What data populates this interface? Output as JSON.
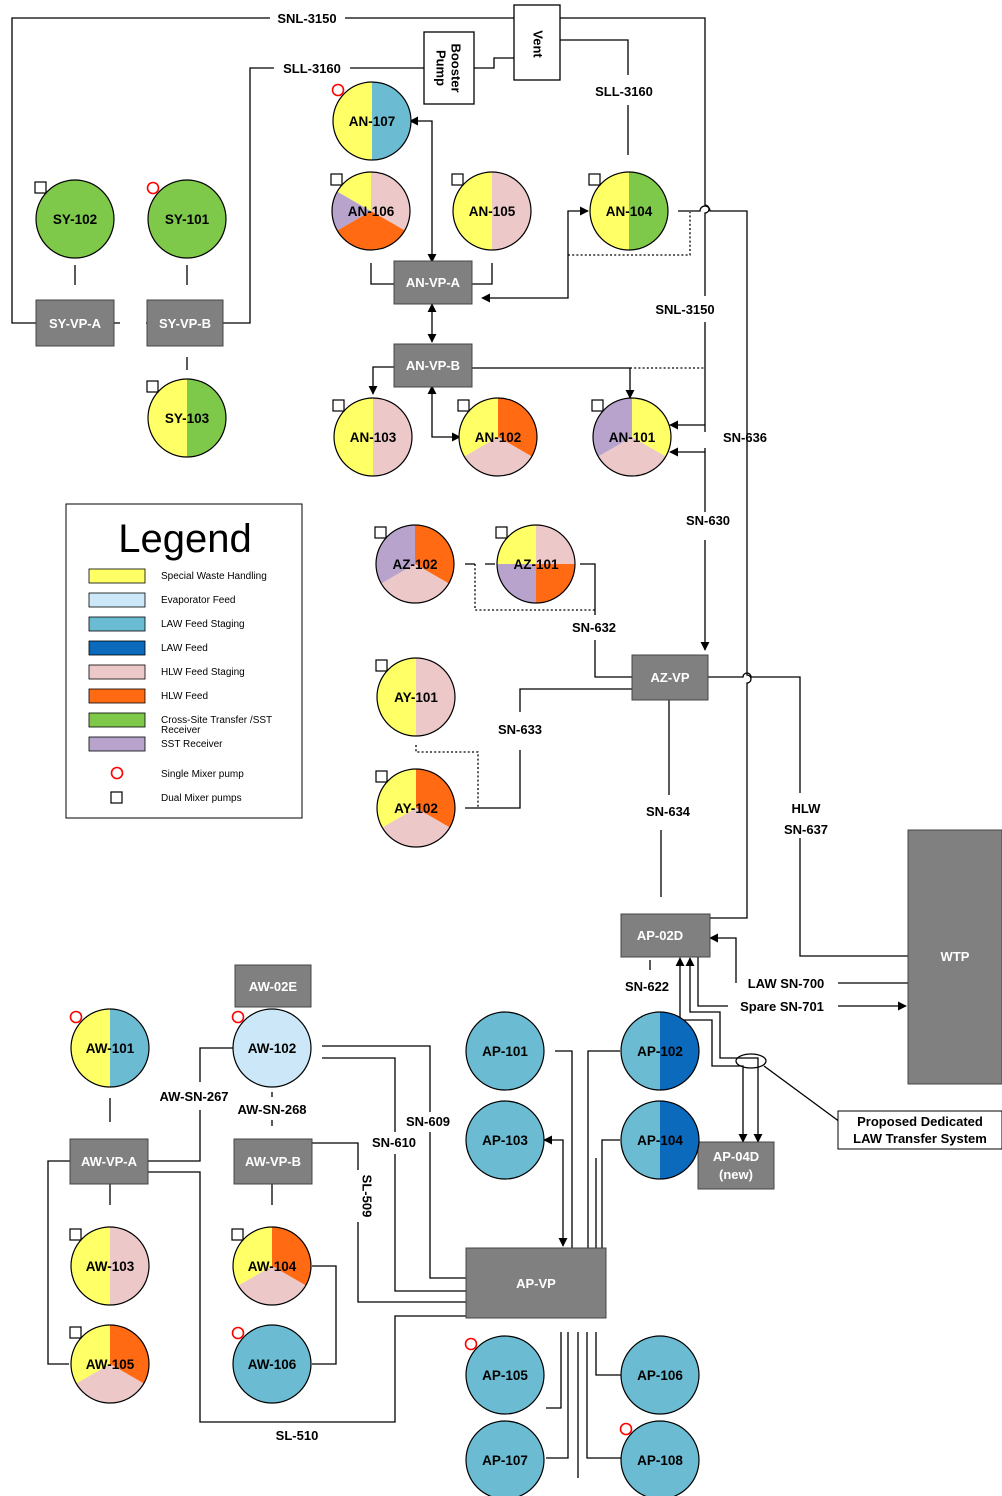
{
  "colors": {
    "special_waste": "#ffff66",
    "evaporator_feed": "#cce8f8",
    "law_feed_staging": "#6bbcd2",
    "law_feed": "#0b6abc",
    "hlw_feed_staging": "#ecc8c8",
    "hlw_feed": "#ff6a13",
    "cross_site": "#7ec94a",
    "sst_receiver": "#b8a3cc",
    "box": "#808080",
    "mixer_single": "#ff0000"
  },
  "legend": {
    "title": "Legend",
    "items": [
      {
        "label": "Special Waste Handling",
        "color_key": "special_waste"
      },
      {
        "label": "Evaporator Feed",
        "color_key": "evaporator_feed"
      },
      {
        "label": "LAW Feed Staging",
        "color_key": "law_feed_staging"
      },
      {
        "label": "LAW Feed",
        "color_key": "law_feed"
      },
      {
        "label": "HLW Feed Staging",
        "color_key": "hlw_feed_staging"
      },
      {
        "label": "HLW Feed",
        "color_key": "hlw_feed"
      },
      {
        "label": "Cross-Site Transfer /SST",
        "label2": "Receiver",
        "color_key": "cross_site"
      },
      {
        "label": "SST Receiver",
        "color_key": "sst_receiver"
      }
    ],
    "single_mixer": "Single Mixer pump",
    "dual_mixer": "Dual Mixer pumps"
  },
  "boxes": {
    "vent": "Vent",
    "booster1": "Booster",
    "booster2": "Pump",
    "sy_vp_a": "SY-VP-A",
    "sy_vp_b": "SY-VP-B",
    "an_vp_a": "AN-VP-A",
    "an_vp_b": "AN-VP-B",
    "az_vp": "AZ-VP",
    "ap_02d": "AP-02D",
    "aw_02e": "AW-02E",
    "aw_vp_a": "AW-VP-A",
    "aw_vp_b": "AW-VP-B",
    "ap_vp": "AP-VP",
    "ap_04d_1": "AP-04D",
    "ap_04d_2": "(new)",
    "wtp": "WTP"
  },
  "tanks": {
    "an_107": "AN-107",
    "an_106": "AN-106",
    "an_105": "AN-105",
    "an_104": "AN-104",
    "an_103": "AN-103",
    "an_102": "AN-102",
    "an_101": "AN-101",
    "sy_102": "SY-102",
    "sy_101": "SY-101",
    "sy_103": "SY-103",
    "az_102": "AZ-102",
    "az_101": "AZ-101",
    "ay_101": "AY-101",
    "ay_102": "AY-102",
    "aw_101": "AW-101",
    "aw_102": "AW-102",
    "aw_103": "AW-103",
    "aw_104": "AW-104",
    "aw_105": "AW-105",
    "aw_106": "AW-106",
    "ap_101": "AP-101",
    "ap_102": "AP-102",
    "ap_103": "AP-103",
    "ap_104": "AP-104",
    "ap_105": "AP-105",
    "ap_106": "AP-106",
    "ap_107": "AP-107",
    "ap_108": "AP-108"
  },
  "lines": {
    "snl_3150_top": "SNL-3150",
    "sll_3160_top": "SLL-3160",
    "sll_3160_right": "SLL-3160",
    "snl_3150_right": "SNL-3150",
    "sn_636": "SN-636",
    "sn_630": "SN-630",
    "sn_632": "SN-632",
    "sn_633": "SN-633",
    "sn_634": "SN-634",
    "hlw": "HLW",
    "sn_637": "SN-637",
    "law_sn_700": "LAW SN-700",
    "spare_sn_701": "Spare SN-701",
    "sn_622": "SN-622",
    "aw_sn_267": "AW-SN-267",
    "aw_sn_268": "AW-SN-268",
    "sn_609": "SN-609",
    "sn_610": "SN-610",
    "sl_509": "SL-509",
    "sl_510": "SL-510"
  },
  "callout": {
    "line1": "Proposed Dedicated",
    "line2": "LAW Transfer System"
  }
}
